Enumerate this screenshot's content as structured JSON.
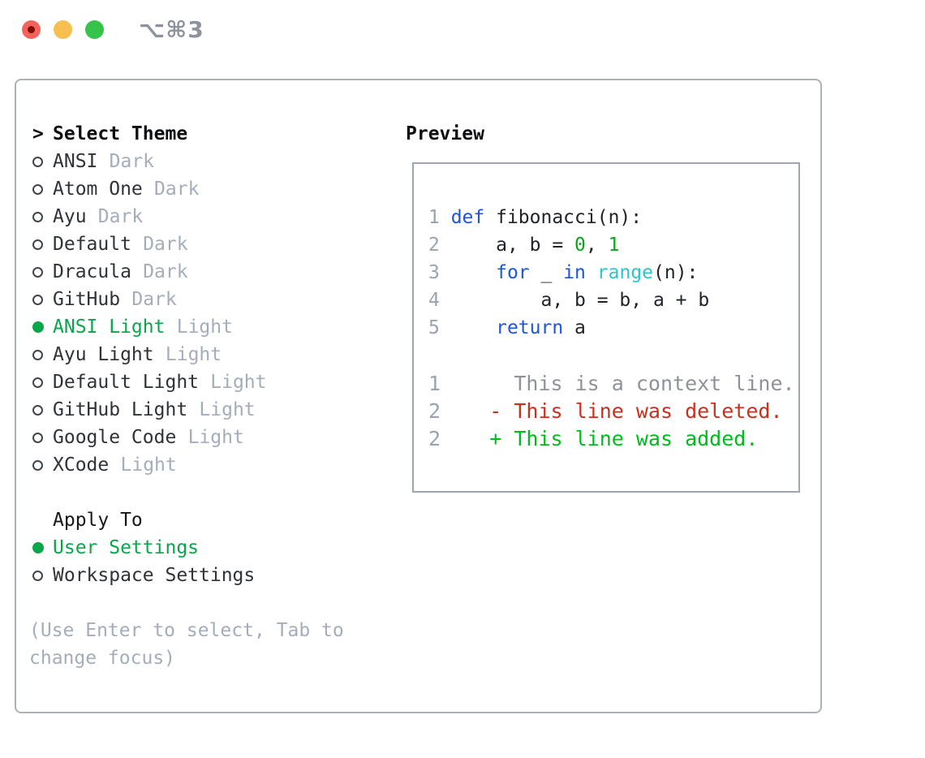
{
  "window": {
    "shortcut": "⌥⌘3"
  },
  "colors": {
    "accent_green": "#0aa64a",
    "muted_gray": "#a5adba",
    "keyword_blue": "#1a55e4",
    "builtin_cyan": "#2bc5cd",
    "number_green": "#0aa41d",
    "added_green": "#00bb1e",
    "deleted_red": "#c9301e",
    "line_number_gray": "#9aa3b1",
    "panel_border": "#abb2bb",
    "traffic_red": "#f4635b",
    "traffic_yellow": "#f7c04e",
    "traffic_green": "#36c34a"
  },
  "theme_panel": {
    "header_prefix": ">",
    "header_label": "Select Theme",
    "themes": [
      {
        "name": "ANSI",
        "variant": "Dark",
        "selected": false
      },
      {
        "name": "Atom One",
        "variant": "Dark",
        "selected": false
      },
      {
        "name": "Ayu",
        "variant": "Dark",
        "selected": false
      },
      {
        "name": "Default",
        "variant": "Dark",
        "selected": false
      },
      {
        "name": "Dracula",
        "variant": "Dark",
        "selected": false
      },
      {
        "name": "GitHub",
        "variant": "Dark",
        "selected": false
      },
      {
        "name": "ANSI Light",
        "variant": "Light",
        "selected": true
      },
      {
        "name": "Ayu Light",
        "variant": "Light",
        "selected": false
      },
      {
        "name": "Default Light",
        "variant": "Light",
        "selected": false
      },
      {
        "name": "GitHub Light",
        "variant": "Light",
        "selected": false
      },
      {
        "name": "Google Code",
        "variant": "Light",
        "selected": false
      },
      {
        "name": "XCode",
        "variant": "Light",
        "selected": false
      }
    ],
    "apply_to_label": "Apply To",
    "apply_options": [
      {
        "name": "User Settings",
        "selected": true
      },
      {
        "name": "Workspace Settings",
        "selected": false
      }
    ],
    "hint_lines": [
      "(Use Enter to select, Tab to",
      "change focus)"
    ]
  },
  "preview": {
    "label": "Preview",
    "lines": [
      {
        "kind": "code",
        "segments": [
          [
            "1 ",
            "ln"
          ],
          [
            "def",
            "kw"
          ],
          [
            " fibonacci(n):",
            "fg"
          ]
        ]
      },
      {
        "kind": "code",
        "segments": [
          [
            "2 ",
            "ln"
          ],
          [
            "    a, b = ",
            "fg"
          ],
          [
            "0",
            "num"
          ],
          [
            ", ",
            "fg"
          ],
          [
            "1",
            "num"
          ]
        ]
      },
      {
        "kind": "code",
        "segments": [
          [
            "3 ",
            "ln"
          ],
          [
            "    ",
            "fg"
          ],
          [
            "for",
            "kw"
          ],
          [
            " _ ",
            "fg"
          ],
          [
            "in",
            "kw"
          ],
          [
            " ",
            "fg"
          ],
          [
            "range",
            "fn"
          ],
          [
            "(n):",
            "fg"
          ]
        ]
      },
      {
        "kind": "code",
        "segments": [
          [
            "4 ",
            "ln"
          ],
          [
            "        a, b = b, a + b",
            "fg"
          ]
        ]
      },
      {
        "kind": "code",
        "segments": [
          [
            "5 ",
            "ln"
          ],
          [
            "    ",
            "fg"
          ],
          [
            "return",
            "kw"
          ],
          [
            " a",
            "fg"
          ]
        ]
      },
      {
        "kind": "blank",
        "segments": []
      },
      {
        "kind": "diff",
        "segments": [
          [
            "1 ",
            "ln"
          ],
          [
            "     This is a context line.",
            "ctx"
          ]
        ]
      },
      {
        "kind": "diff",
        "segments": [
          [
            "2 ",
            "ln"
          ],
          [
            "   - This line was deleted.",
            "del"
          ]
        ]
      },
      {
        "kind": "diff",
        "segments": [
          [
            "2 ",
            "ln"
          ],
          [
            "   + This line was added.",
            "add"
          ]
        ]
      }
    ]
  }
}
